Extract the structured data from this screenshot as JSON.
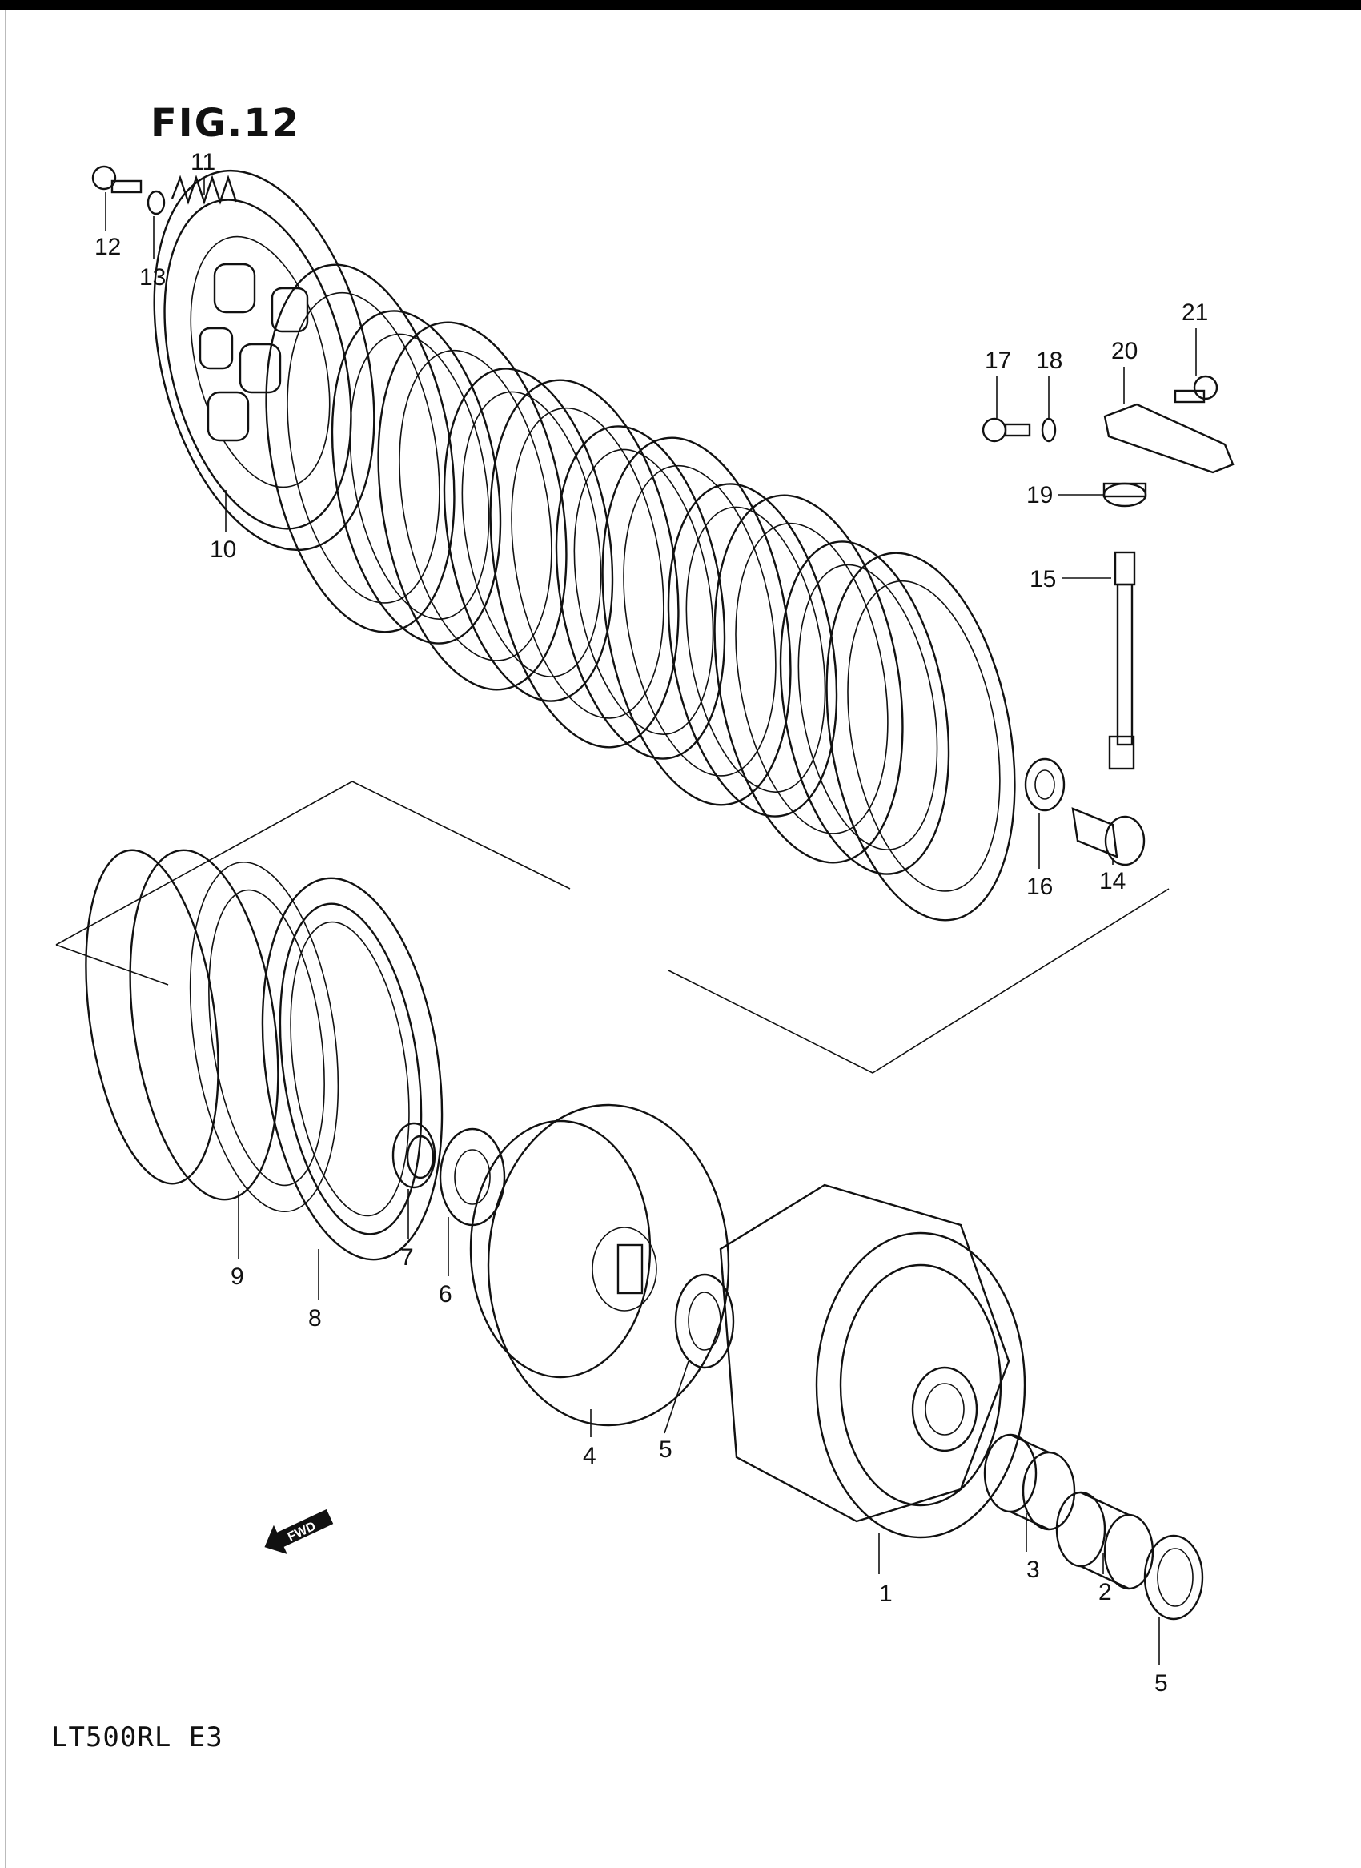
{
  "figure": {
    "title": "FIG.12",
    "model_code": "LT500RL E3"
  },
  "parts": [
    {
      "id": "1",
      "label": "1"
    },
    {
      "id": "2",
      "label": "2"
    },
    {
      "id": "3",
      "label": "3"
    },
    {
      "id": "4",
      "label": "4"
    },
    {
      "id": "5a",
      "label": "5"
    },
    {
      "id": "5b",
      "label": "5"
    },
    {
      "id": "6",
      "label": "6"
    },
    {
      "id": "7",
      "label": "7"
    },
    {
      "id": "8",
      "label": "8"
    },
    {
      "id": "9",
      "label": "9"
    },
    {
      "id": "10",
      "label": "10"
    },
    {
      "id": "11",
      "label": "11"
    },
    {
      "id": "12",
      "label": "12"
    },
    {
      "id": "13",
      "label": "13"
    },
    {
      "id": "14",
      "label": "14"
    },
    {
      "id": "15",
      "label": "15"
    },
    {
      "id": "16",
      "label": "16"
    },
    {
      "id": "17",
      "label": "17"
    },
    {
      "id": "18",
      "label": "18"
    },
    {
      "id": "19",
      "label": "19"
    },
    {
      "id": "20",
      "label": "20"
    },
    {
      "id": "21",
      "label": "21"
    }
  ],
  "fwd_badge": {
    "text": "FWD",
    "icon": "fwd-arrow-icon"
  }
}
